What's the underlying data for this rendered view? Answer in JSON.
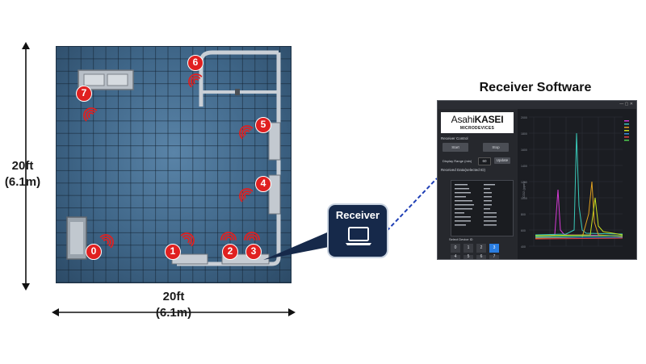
{
  "dimensions": {
    "vertical": {
      "feet": "20ft",
      "meters": "(6.1m)"
    },
    "horizontal": {
      "feet": "20ft",
      "meters": "(6.1m)"
    }
  },
  "devices": [
    "0",
    "1",
    "2",
    "3",
    "4",
    "5",
    "6",
    "7"
  ],
  "receiver": {
    "label": "Receiver",
    "icon": "laptop-icon"
  },
  "software": {
    "title": "Receiver Software",
    "logo_brand_light": "Asahi",
    "logo_brand_bold": "KASEI",
    "logo_sub": "MICRODEVICES",
    "receiver_control": "Receiver Control",
    "start_label": "Start",
    "stop_label": "Stop",
    "display_range_label": "Display Range (min)",
    "display_range_value": "60",
    "update_label": "Update",
    "received_data_label": "Received Data(selected ID)",
    "select_device_label": "Select Device ID",
    "device_buttons": [
      "0",
      "1",
      "2",
      "3",
      "4",
      "5",
      "6",
      "7"
    ],
    "selected_device": "3",
    "y_axis_label": "CO2 (ppm)",
    "y_ticks": [
      "2000",
      "1800",
      "1600",
      "1400",
      "1200",
      "1000",
      "800",
      "600",
      "400"
    ]
  },
  "colors": {
    "device_marker": "#e02020",
    "receiver_box": "#16294a",
    "connector": "#1f3fb5",
    "selected_device": "#2a7de0"
  }
}
